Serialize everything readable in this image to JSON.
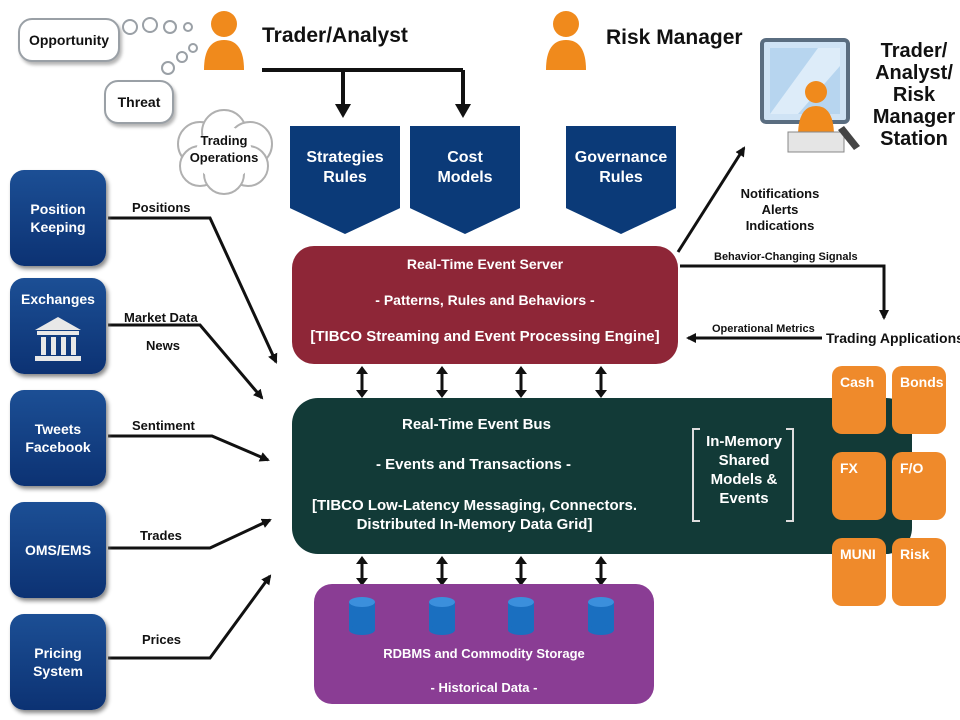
{
  "thoughts": {
    "opportunity": "Opportunity",
    "threat": "Threat",
    "trading_operations": "Trading\nOperations"
  },
  "actors": {
    "trader": "Trader/Analyst",
    "risk": "Risk Manager",
    "station": "Trader/\nAnalyst/\nRisk\nManager\nStation"
  },
  "rules": {
    "strategies": "Strategies\nRules",
    "cost": "Cost\nModels",
    "governance": "Governance\nRules"
  },
  "sources": {
    "position": "Position\nKeeping",
    "exchanges": "Exchanges",
    "tweets": "Tweets\nFacebook",
    "oms": "OMS/EMS",
    "pricing": "Pricing\nSystem"
  },
  "flows": {
    "positions": "Positions",
    "market_data": "Market Data",
    "news": "News",
    "sentiment": "Sentiment",
    "trades": "Trades",
    "prices": "Prices",
    "notifications": "Notifications\nAlerts\nIndications",
    "behavior": "Behavior-Changing Signals",
    "metrics": "Operational Metrics",
    "trading_apps": "Trading Applications"
  },
  "server": {
    "title": "Real-Time Event Server",
    "sub": "- Patterns, Rules and Behaviors -",
    "engine": "[TIBCO Streaming and Event Processing Engine]"
  },
  "bus": {
    "title": "Real-Time Event Bus",
    "sub": "- Events and Transactions -",
    "tech": "[TIBCO Low-Latency Messaging, Connectors.\nDistributed In-Memory Data Grid]",
    "memory": "In-Memory\nShared\nModels &\nEvents"
  },
  "storage": {
    "title": "RDBMS and Commodity Storage",
    "sub": "- Historical Data -"
  },
  "apps": [
    "Cash",
    "Bonds",
    "FX",
    "F/O",
    "MUNI",
    "Risk"
  ],
  "colors": {
    "navy": "#0b3a78",
    "server": "#8e2637",
    "bus": "#123a37",
    "storage": "#8a3d94",
    "app": "#ef8a2b",
    "person": "#f08a1c"
  }
}
